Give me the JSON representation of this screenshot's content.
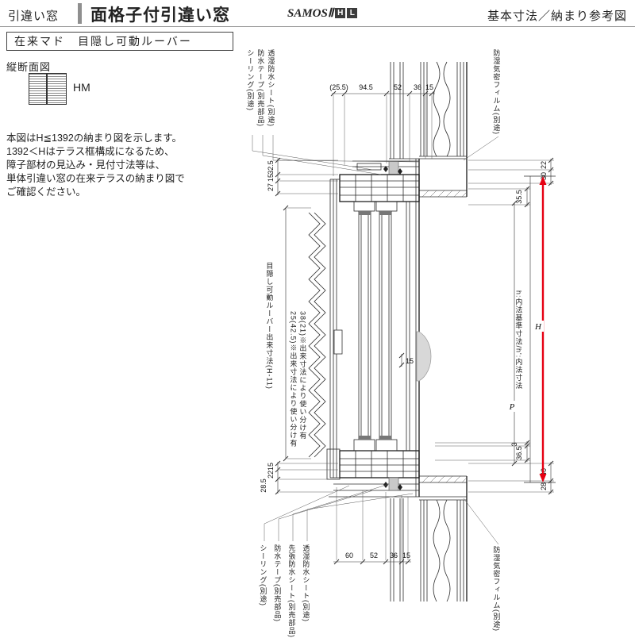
{
  "header": {
    "category": "引違い窓",
    "title": "面格子付引違い窓",
    "brand": "SAMOSⅡ",
    "brand_badge_h": "H",
    "brand_badge_l": "L",
    "right_title": "基本寸法／納まり参考図"
  },
  "subheader": {
    "box_label": "在来マド　目隠し可動ルーバー"
  },
  "left_panel": {
    "view_label": "縦断面図",
    "icon_label": "HM",
    "note_lines": [
      "本図はH≦1392の納まり図を示します。",
      "1392＜Hはテラス框構成になるため、",
      "障子部材の見込み・見付寸法等は、",
      "単体引違い窓の在来テラスの納まり図で",
      "ご確認ください。"
    ]
  },
  "drawing": {
    "leaders_top": [
      "シーリング(別途)",
      "防水テープ(別売部品)",
      "透湿防水シート(別途)"
    ],
    "leader_top_right": "防湿気密フィルム(別途)",
    "leaders_bottom": [
      "シーリング(別途)",
      "防水テープ(別売部品)",
      "先張防水シート(別売部品)",
      "透湿防水シート(別途)"
    ],
    "leader_bottom_right": "防湿気密フィルム(別途)",
    "louver_label": "目隠し可動ルーバー出来寸法(H-11)",
    "usage_note_1": "25(42.5)※出来寸法により使い分け有",
    "usage_note_2": "38(21)※出来寸法により使い分け有",
    "right_axis_label": "h:内法基準寸法/h':内法寸法",
    "height_letter": "H",
    "pitch_letter": "P",
    "dims": {
      "top": [
        "(25.5)",
        "94.5",
        "52",
        "36",
        "15"
      ],
      "bottom": [
        "60",
        "52",
        "36",
        "15"
      ],
      "left_top": [
        "32.5",
        "15",
        "27"
      ],
      "left_bottom": [
        "15",
        "22",
        "28.5"
      ],
      "right_top": [
        "22",
        "30",
        "35.5"
      ],
      "right_bottom": [
        "3",
        "36.5",
        "40",
        "28"
      ],
      "middle": "15"
    },
    "arrow_color": "#e60012"
  }
}
